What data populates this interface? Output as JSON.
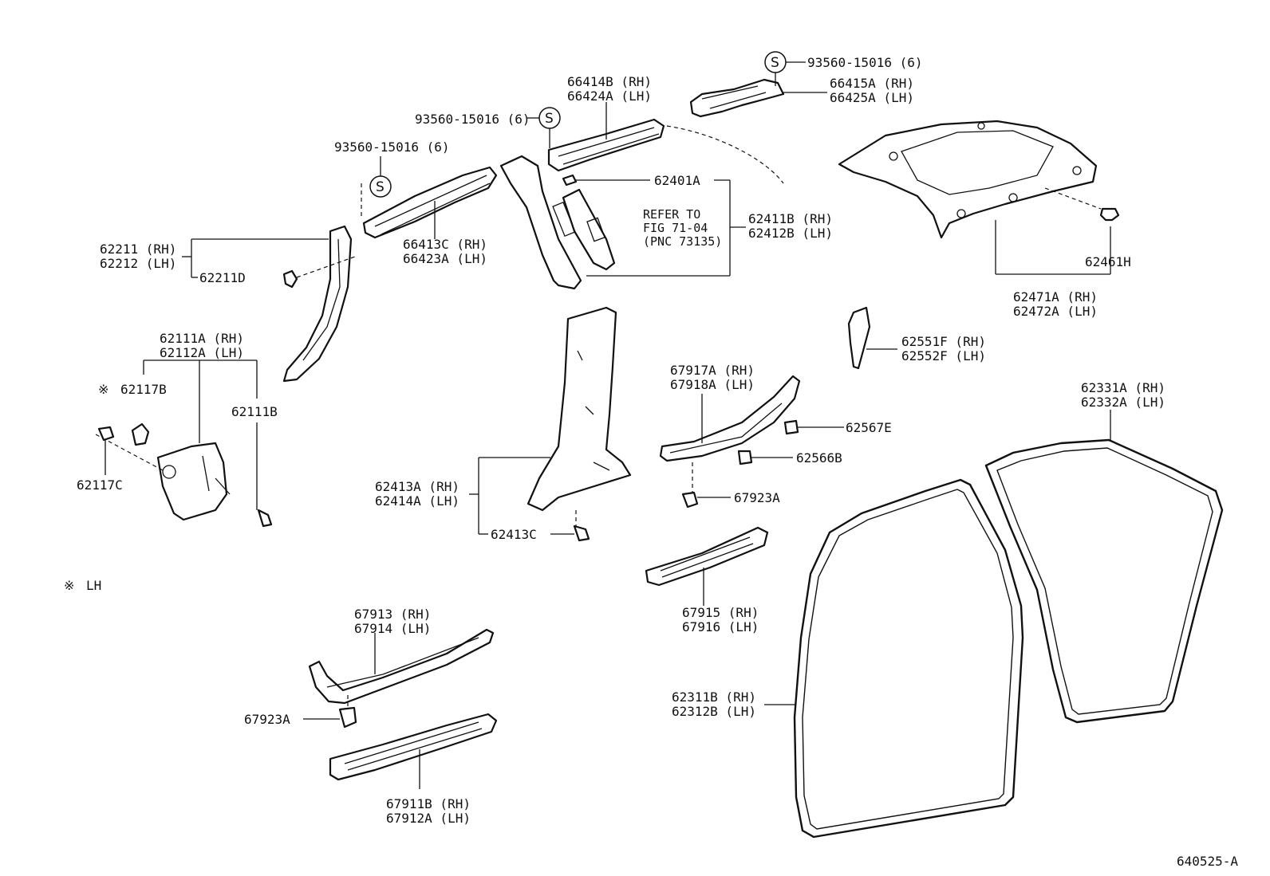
{
  "diagram_id": "640525-A",
  "note": {
    "symbol": "※",
    "text": "LH"
  },
  "labels": {
    "screw_top_right": "93560-15016 (6)",
    "clip_66415a": "66415A (RH)",
    "clip_66425a": "66425A (LH)",
    "clip_66414b": "66414B (RH)",
    "clip_66424a": "66424A (LH)",
    "screw_mid": "93560-15016 (6)",
    "screw_left": "93560-15016 (6)",
    "clip_62401a": "62401A",
    "refer_line1": "REFER TO",
    "refer_line2": "FIG 71-04",
    "refer_line3": "(PNC 73135)",
    "trim_62411b": "62411B (RH)",
    "trim_62412b": "62412B (LH)",
    "clip_66413c": "66413C (RH)",
    "clip_66423a": "66423A (LH)",
    "pillar_62211": "62211 (RH)",
    "pillar_62212": "62212 (LH)",
    "clip_62211d": "62211D",
    "clip_62461h": "62461H",
    "trim_62471a": "62471A (RH)",
    "trim_62472a": "62472A (LH)",
    "hook_62551f": "62551F (RH)",
    "hook_62552f": "62552F (LH)",
    "cowl_62111a": "62111A (RH)",
    "cowl_62112a": "62112A (LH)",
    "clip_62117b": "62117B",
    "clip_62111b": "62111B",
    "clip_62117c": "62117C",
    "scuff_67917a": "67917A (RH)",
    "scuff_67918a": "67918A (LH)",
    "clip_62567e": "62567E",
    "clip_62566b": "62566B",
    "clip_67923a_right": "67923A",
    "pillar_62413a": "62413A (RH)",
    "pillar_62414a": "62414A (LH)",
    "clip_62413c": "62413C",
    "weather_62331a": "62331A (RH)",
    "weather_62332a": "62332A (LH)",
    "plate_67915": "67915 (RH)",
    "plate_67916": "67916 (LH)",
    "scuff_67913": "67913 (RH)",
    "scuff_67914": "67914 (LH)",
    "clip_67923a_left": "67923A",
    "weather_62311b": "62311B (RH)",
    "weather_62312b": "62312B (LH)",
    "plate_67911b": "67911B (RH)",
    "plate_67912a": "67912A (LH)",
    "screw_symbol": "S"
  }
}
